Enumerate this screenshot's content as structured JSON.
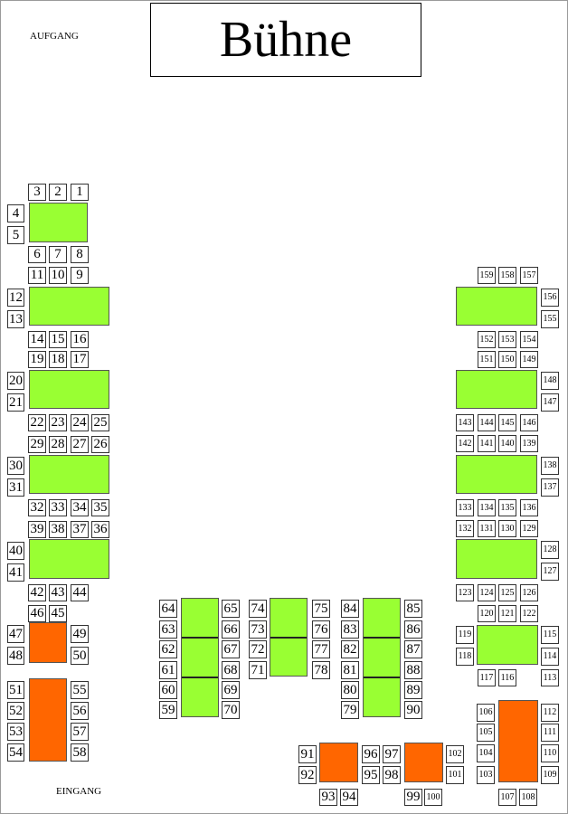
{
  "plan": {
    "stage_label": "Bühne",
    "upstairs_label": "AUFGANG",
    "entrance_label": "EINGANG"
  },
  "colors": {
    "table_green": "#99ff33",
    "table_orange": "#ff6600"
  },
  "tables": [
    {
      "color": "green",
      "seats": [
        "1",
        "2",
        "3",
        "4",
        "5",
        "6",
        "7",
        "8"
      ]
    },
    {
      "color": "green",
      "seats": [
        "9",
        "10",
        "11",
        "12",
        "13",
        "14",
        "15",
        "16"
      ]
    },
    {
      "color": "green",
      "seats": [
        "17",
        "18",
        "19",
        "20",
        "21",
        "22",
        "23",
        "24",
        "25"
      ]
    },
    {
      "color": "green",
      "seats": [
        "26",
        "27",
        "28",
        "29",
        "30",
        "31",
        "32",
        "33",
        "34",
        "35"
      ]
    },
    {
      "color": "green",
      "seats": [
        "36",
        "37",
        "38",
        "39",
        "40",
        "41",
        "42",
        "43",
        "44"
      ]
    },
    {
      "color": "orange",
      "seats": [
        "45",
        "46",
        "47",
        "48",
        "49",
        "50"
      ]
    },
    {
      "color": "orange",
      "seats": [
        "51",
        "52",
        "53",
        "54",
        "55",
        "56",
        "57",
        "58"
      ]
    },
    {
      "color": "green",
      "seats": [
        "59",
        "60",
        "61",
        "62",
        "63",
        "64",
        "65",
        "66",
        "67",
        "68",
        "69",
        "70"
      ]
    },
    {
      "color": "green",
      "seats": [
        "71",
        "72",
        "73",
        "74",
        "75",
        "76",
        "77",
        "78"
      ]
    },
    {
      "color": "green",
      "seats": [
        "79",
        "80",
        "81",
        "82",
        "83",
        "84",
        "85",
        "86",
        "87",
        "88",
        "89",
        "90"
      ]
    },
    {
      "color": "orange",
      "seats": [
        "91",
        "92",
        "93",
        "94",
        "95",
        "96",
        "97",
        "98"
      ]
    },
    {
      "color": "orange",
      "seats": [
        "99",
        "100",
        "101",
        "102"
      ]
    },
    {
      "color": "orange",
      "seats": [
        "103",
        "104",
        "105",
        "106",
        "107",
        "108",
        "109",
        "110",
        "111",
        "112"
      ]
    },
    {
      "color": "green",
      "seats": [
        "113",
        "114",
        "115",
        "116",
        "117",
        "118",
        "119",
        "120",
        "121",
        "122"
      ]
    },
    {
      "color": "green",
      "seats": [
        "123",
        "124",
        "125",
        "126",
        "127",
        "128",
        "129",
        "130",
        "131",
        "132"
      ]
    },
    {
      "color": "green",
      "seats": [
        "133",
        "134",
        "135",
        "136",
        "137",
        "138",
        "139",
        "140",
        "141",
        "142"
      ]
    },
    {
      "color": "green",
      "seats": [
        "143",
        "144",
        "145",
        "146",
        "147",
        "148",
        "149",
        "150",
        "151",
        "152"
      ]
    },
    {
      "color": "green",
      "seats": [
        "153",
        "154",
        "155",
        "156",
        "157",
        "158",
        "159"
      ]
    }
  ]
}
